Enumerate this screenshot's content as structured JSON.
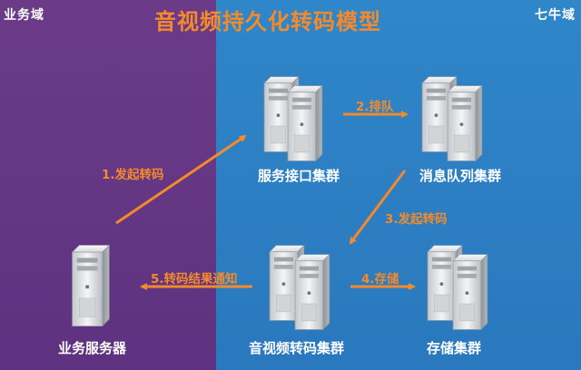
{
  "domains": {
    "left": "业务域",
    "right": "七牛域"
  },
  "title": "音视频持久化转码模型",
  "nodes": {
    "service": "服务接口集群",
    "queue": "消息队列集群",
    "transcode": "音视频转码集群",
    "storage": "存储集群",
    "business": "业务服务器"
  },
  "edges": {
    "step1": "1.发起转码",
    "step2": "2.排队",
    "step3": "3.发起转码",
    "step4": "4.存储",
    "step5": "5.转码结果通知"
  },
  "colors": {
    "business_domain": "#6b3b88",
    "qiniu_domain": "#2f86c9",
    "accent": "#f48a2a",
    "label": "#ffffff"
  },
  "icons": {
    "server": "server-tower-icon"
  }
}
